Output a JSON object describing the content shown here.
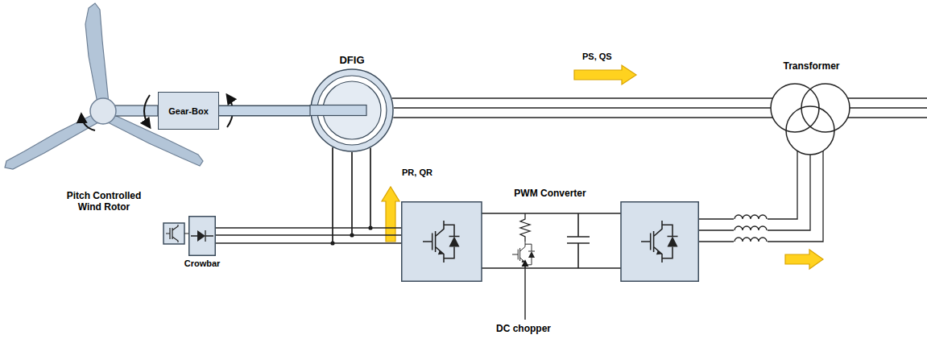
{
  "diagram": {
    "nodes": [
      {
        "text": [
          "Gear-Box"
        ]
      },
      {
        "text": [
          "DFIG"
        ]
      },
      {
        "text": [
          "Transformer"
        ]
      },
      {
        "text": [
          "Crowbar"
        ]
      },
      {
        "text": [
          "PWM Converter"
        ]
      }
    ],
    "edges": [
      {
        "from": 0,
        "to": 1,
        "arrow": "none"
      },
      {
        "from": 1,
        "to": 2,
        "arrow": "none"
      },
      {
        "from": 1,
        "to": 3,
        "arrow": "none"
      },
      {
        "from": 1,
        "to": 4,
        "arrow": "none"
      },
      {
        "from": 4,
        "to": 2,
        "arrow": "none"
      }
    ],
    "labels": [
      "Pitch Controlled Wind Rotor",
      "PS, QS",
      "PR, QR",
      "DC chopper"
    ]
  }
}
